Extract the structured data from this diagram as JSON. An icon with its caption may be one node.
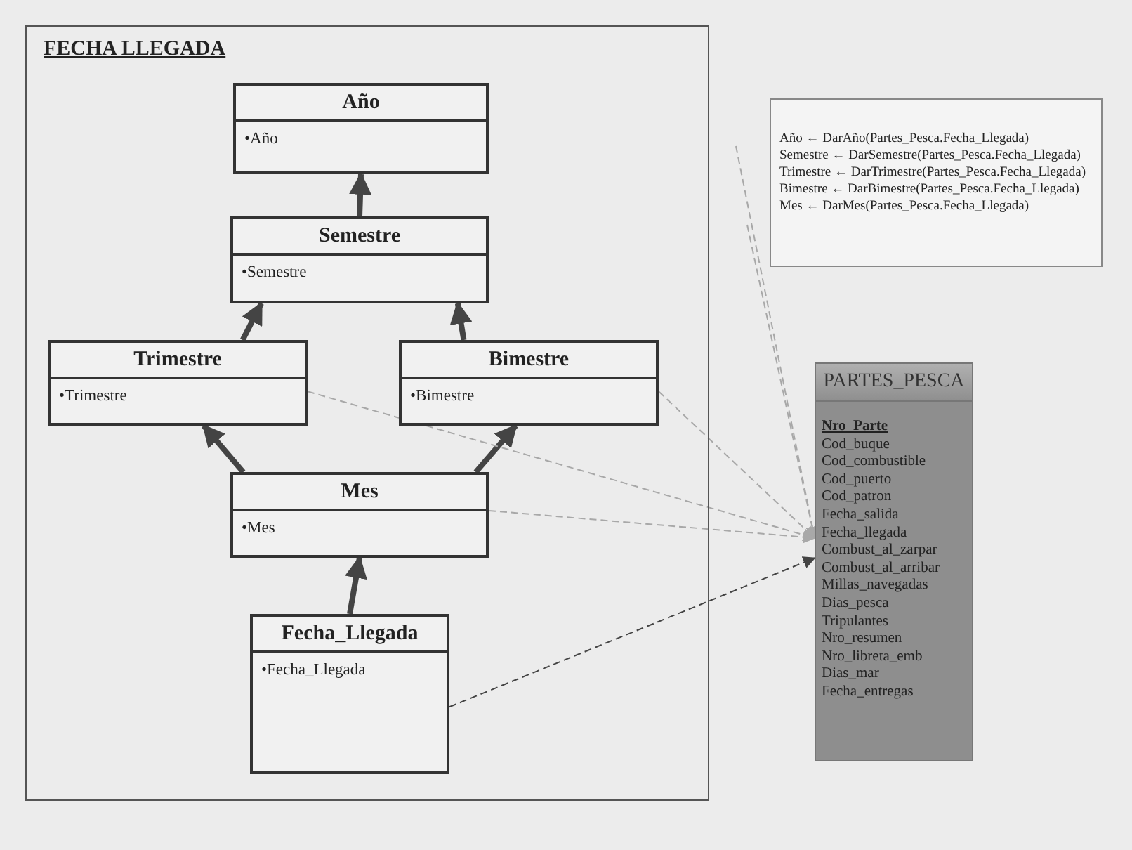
{
  "diagram": {
    "nodes": [
      {
        "text": [
          "FECHA LLEGADA"
        ]
      },
      {
        "text": [
          "Año",
          "•Año"
        ],
        "in": 0
      },
      {
        "text": [
          "Semestre",
          "•Semestre"
        ],
        "in": 0
      },
      {
        "text": [
          "Trimestre",
          "•Trimestre"
        ],
        "in": 0
      },
      {
        "text": [
          "Bimestre",
          "•Bimestre"
        ],
        "in": 0
      },
      {
        "text": [
          "Mes",
          "•Mes"
        ],
        "in": 0
      },
      {
        "text": [
          "Fecha_Llegada",
          "•Fecha_Llegada"
        ],
        "in": 0
      },
      {
        "text": [
          "Año ← DarAño(Partes_Pesca.Fecha_Llegada)",
          "Semestre ← DarSemestre(Partes_Pesca.Fecha_Llegada)",
          "Trimestre ← DarTrimestre(Partes_Pesca.Fecha_Llegada)",
          "Bimestre ← DarBimestre(Partes_Pesca.Fecha_Llegada)",
          "Mes ← DarMes(Partes_Pesca.Fecha_Llegada)"
        ]
      },
      {
        "text": [
          "PARTES_PESCA",
          "Nro_Parte",
          "Cod_buque",
          "Cod_combustible",
          "Cod_puerto",
          "Cod_patron",
          "Fecha_salida",
          "Fecha_llegada",
          "Combust_al_zarpar",
          "Combust_al_arribar",
          "Millas_navegadas",
          "Dias_pesca",
          "Tripulantes",
          "Nro_resumen",
          "Nro_libreta_emb",
          "Dias_mar",
          "Fecha_entregas"
        ]
      }
    ],
    "edges": [
      {
        "from": 2,
        "to": 1,
        "arrow": "to",
        "style": "thick"
      },
      {
        "from": 3,
        "to": 2,
        "arrow": "to",
        "style": "thick"
      },
      {
        "from": 4,
        "to": 2,
        "arrow": "to",
        "style": "thick"
      },
      {
        "from": 5,
        "to": 3,
        "arrow": "to",
        "style": "thick"
      },
      {
        "from": 5,
        "to": 4,
        "arrow": "to",
        "style": "thick"
      },
      {
        "from": 6,
        "to": 5,
        "arrow": "to",
        "style": "thick"
      },
      {
        "from": null,
        "to": 8,
        "arrow": "to",
        "style": "dashed",
        "color": "#a8a8a8"
      },
      {
        "from": null,
        "to": 8,
        "arrow": "to",
        "style": "dashed",
        "color": "#a8a8a8"
      },
      {
        "from": 3,
        "to": 8,
        "arrow": "to",
        "style": "dashed",
        "color": "#a8a8a8"
      },
      {
        "from": 4,
        "to": 8,
        "arrow": "to",
        "style": "dashed",
        "color": "#a8a8a8"
      },
      {
        "from": 5,
        "to": 8,
        "arrow": "to",
        "style": "dashed",
        "color": "#a8a8a8"
      },
      {
        "from": 6,
        "to": 8,
        "arrow": "to",
        "style": "dashed"
      }
    ]
  }
}
